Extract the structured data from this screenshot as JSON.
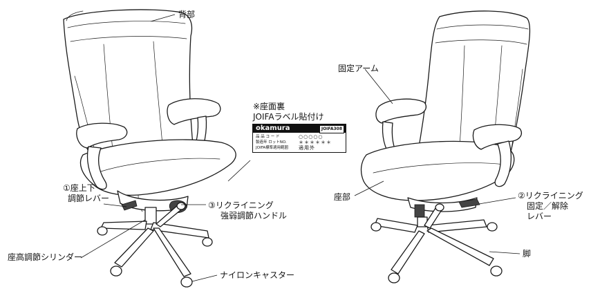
{
  "labels": {
    "backrest": "背部",
    "seat_label_note_line1": "※座面裏",
    "seat_label_note_line2": "JOIFAラベル貼付け",
    "fixed_arm": "固定アーム",
    "lever1_line1": "①座上下",
    "lever1_line2": "調節レバー",
    "handle3_line1": "③リクライニング",
    "handle3_line2": "強弱調節ハンドル",
    "seat": "座部",
    "lever2_line1": "②リクライニング",
    "lever2_line2": "固定／解除",
    "lever2_line3": "レバー",
    "cylinder": "座高調節シリンダー",
    "leg": "脚",
    "caster": "ナイロンキャスター"
  },
  "joifa_label": {
    "brand": "okamura",
    "code": "JOIFA308",
    "rows": [
      {
        "key": "品 品 コ ー ド",
        "value": "○○○○○"
      },
      {
        "key": "製造年 ロットNO.",
        "value": "＊＊＊＊＊＊"
      },
      {
        "key": "JOIFA標準適用範囲",
        "value": "適用外"
      }
    ]
  }
}
